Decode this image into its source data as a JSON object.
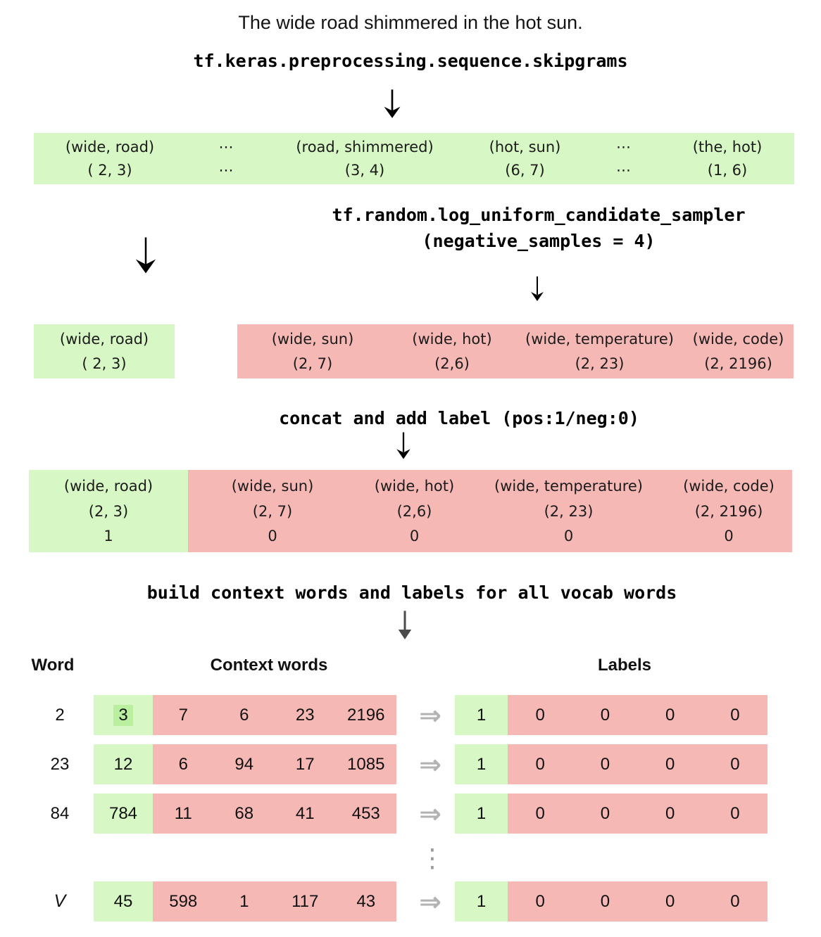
{
  "title": "The wide road shimmered in the hot sun.",
  "code": {
    "skipgrams": "tf.keras.preprocessing.sequence.skipgrams",
    "sampler_line1": "tf.random.log_uniform_candidate_sampler",
    "sampler_line2": "(negative_samples = 4)",
    "concat": "concat and add label (pos:1/neg:0)",
    "build": "build context words and labels for all vocab words"
  },
  "skipgram_band": {
    "pairs": [
      "(wide, road)",
      "⋯",
      "(road, shimmered)",
      "(hot, sun)",
      "⋯",
      "(the, hot)"
    ],
    "ids": [
      "( 2, 3)",
      "⋯",
      "(3, 4)",
      "(6, 7)",
      "⋯",
      "(1, 6)"
    ]
  },
  "positive_box": {
    "pair": "(wide, road)",
    "ids": "( 2, 3)"
  },
  "negative_box": {
    "cells": [
      {
        "pair": "(wide, sun)",
        "ids": "(2, 7)"
      },
      {
        "pair": "(wide, hot)",
        "ids": "(2,6)"
      },
      {
        "pair": "(wide, temperature)",
        "ids": "(2, 23)"
      },
      {
        "pair": "(wide, code)",
        "ids": "(2, 2196)"
      }
    ]
  },
  "concat_box": {
    "positive": {
      "pair": "(wide, road)",
      "ids": "(2, 3)",
      "label": "1"
    },
    "negatives": [
      {
        "pair": "(wide, sun)",
        "ids": "(2, 7)",
        "label": "0"
      },
      {
        "pair": "(wide, hot)",
        "ids": "(2,6)",
        "label": "0"
      },
      {
        "pair": "(wide, temperature)",
        "ids": "(2, 23)",
        "label": "0"
      },
      {
        "pair": "(wide, code)",
        "ids": "(2, 2196)",
        "label": "0"
      }
    ]
  },
  "table": {
    "headers": {
      "word": "Word",
      "context": "Context words",
      "labels": "Labels"
    },
    "rows": [
      {
        "word": "2",
        "target": "3",
        "context": [
          "7",
          "6",
          "23",
          "2196"
        ],
        "label_positive": "1",
        "labels_negative": [
          "0",
          "0",
          "0",
          "0"
        ]
      },
      {
        "word": "23",
        "target": "12",
        "context": [
          "6",
          "94",
          "17",
          "1085"
        ],
        "label_positive": "1",
        "labels_negative": [
          "0",
          "0",
          "0",
          "0"
        ]
      },
      {
        "word": "84",
        "target": "784",
        "context": [
          "11",
          "68",
          "41",
          "453"
        ],
        "label_positive": "1",
        "labels_negative": [
          "0",
          "0",
          "0",
          "0"
        ]
      },
      {
        "word": "V",
        "target": "45",
        "context": [
          "598",
          "1",
          "117",
          "43"
        ],
        "label_positive": "1",
        "labels_negative": [
          "0",
          "0",
          "0",
          "0"
        ]
      }
    ]
  },
  "icons": {
    "implies_arrow": "⇒",
    "vertical_ellipsis": "⋮",
    "down_arrow": "↓"
  },
  "colors": {
    "positive_green": "#d7f8c4",
    "negative_pink": "#f5b8b5",
    "target_highlight_green": "#b9ef9e",
    "arrow_gray": "#b3b3b3"
  }
}
